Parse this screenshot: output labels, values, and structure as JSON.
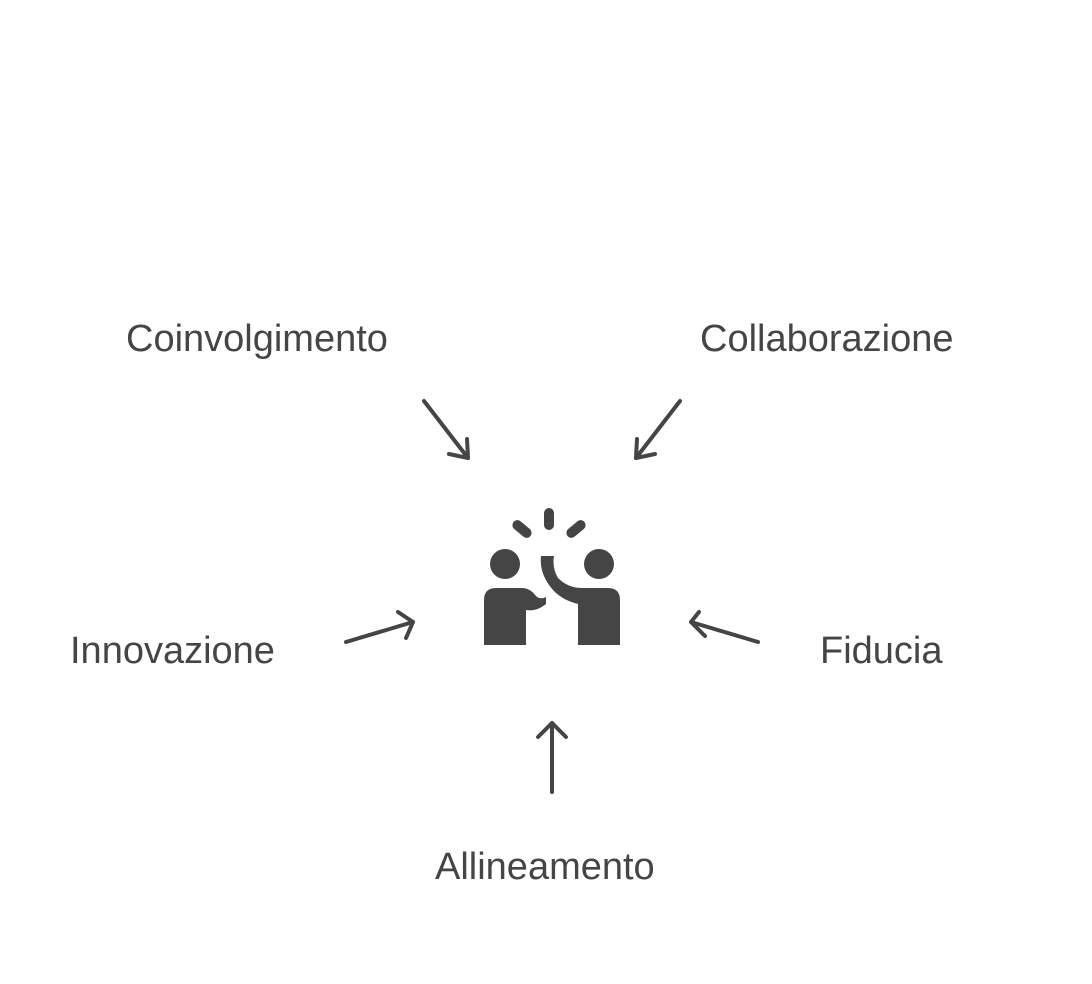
{
  "diagram": {
    "center_icon": "team-high-five-icon",
    "labels": {
      "top_left": "Coinvolgimento",
      "top_right": "Collaborazione",
      "left": "Innovazione",
      "right": "Fiducia",
      "bottom": "Allineamento"
    },
    "colors": {
      "ink": "#454545",
      "background": "#ffffff"
    }
  }
}
